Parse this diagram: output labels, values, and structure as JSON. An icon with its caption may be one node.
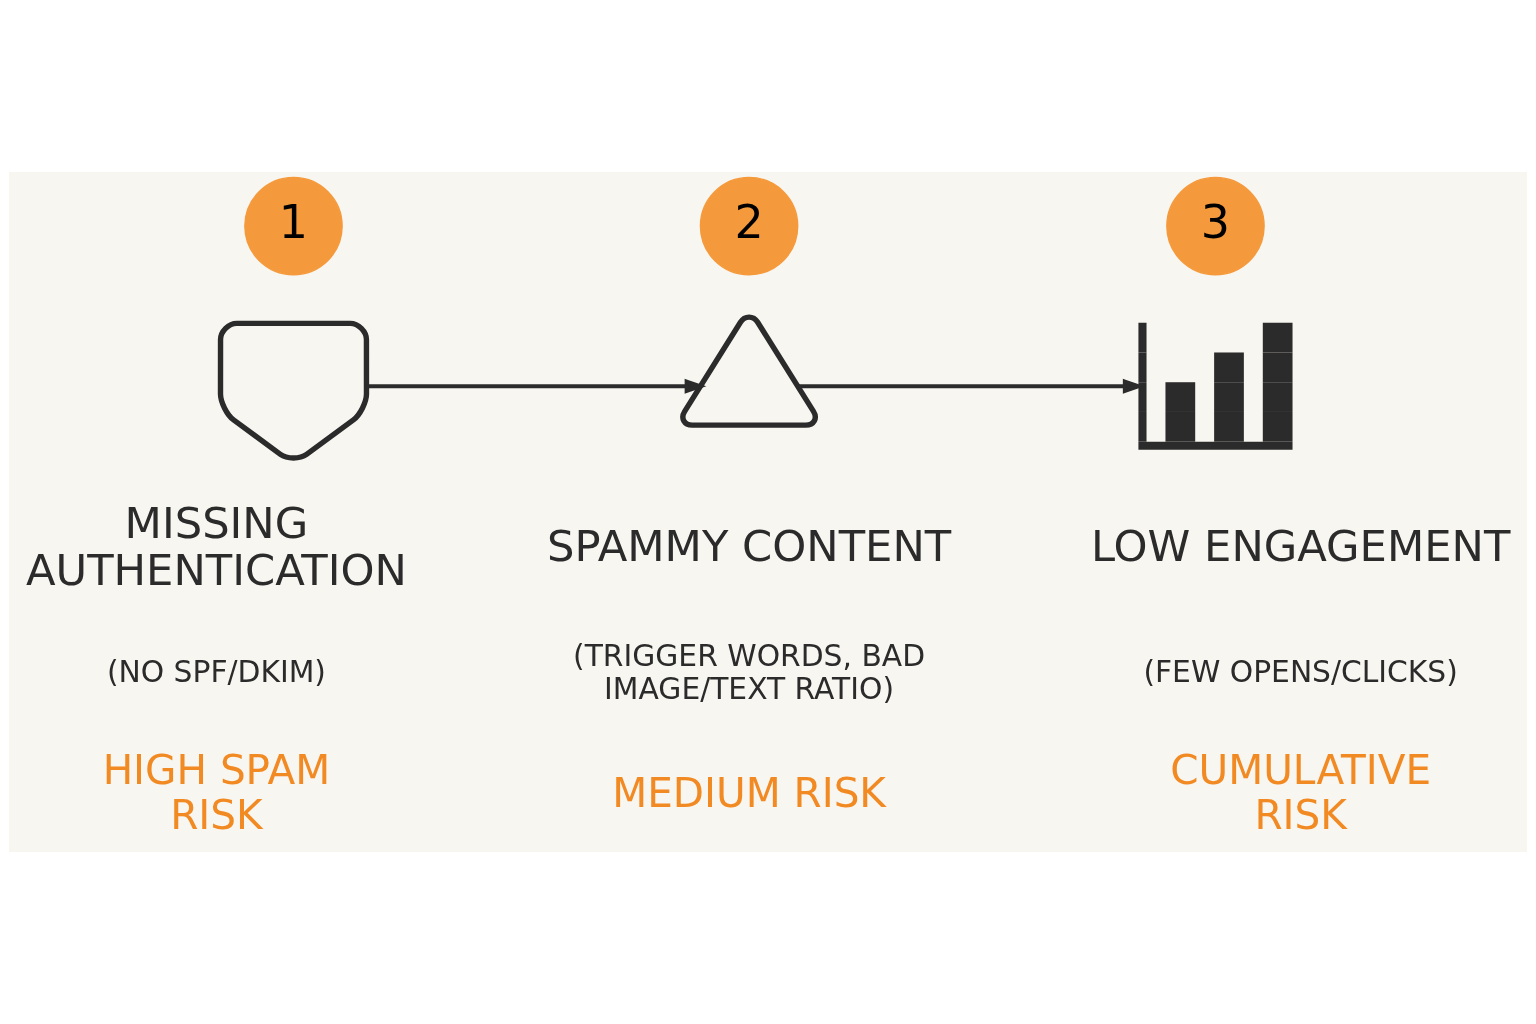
{
  "diagram": {
    "nodes": [
      {
        "text": [
          "1"
        ]
      },
      {
        "text": [
          "2"
        ]
      },
      {
        "text": [
          "3"
        ]
      },
      {
        "text": [],
        "shape": "picture",
        "beside": [
          "MISSING AUTHENTICATION",
          "(NO SPF/DKIM)",
          "HIGH SPAM RISK"
        ]
      },
      {
        "text": [],
        "shape": "picture",
        "beside": [
          "SPAMMY CONTENT",
          "(TRIGGER WORDS, BAD IMAGE/TEXT RATIO)",
          "MEDIUM RISK"
        ]
      },
      {
        "text": [],
        "shape": "picture",
        "beside": [
          "LOW ENGAGEMENT",
          "(FEW OPENS/CLICKS)",
          "CUMULATIVE RISK"
        ]
      }
    ],
    "edges": [
      {
        "from": 3,
        "to": 4,
        "arrow": "to"
      },
      {
        "from": 4,
        "to": 5,
        "arrow": "to"
      }
    ]
  }
}
